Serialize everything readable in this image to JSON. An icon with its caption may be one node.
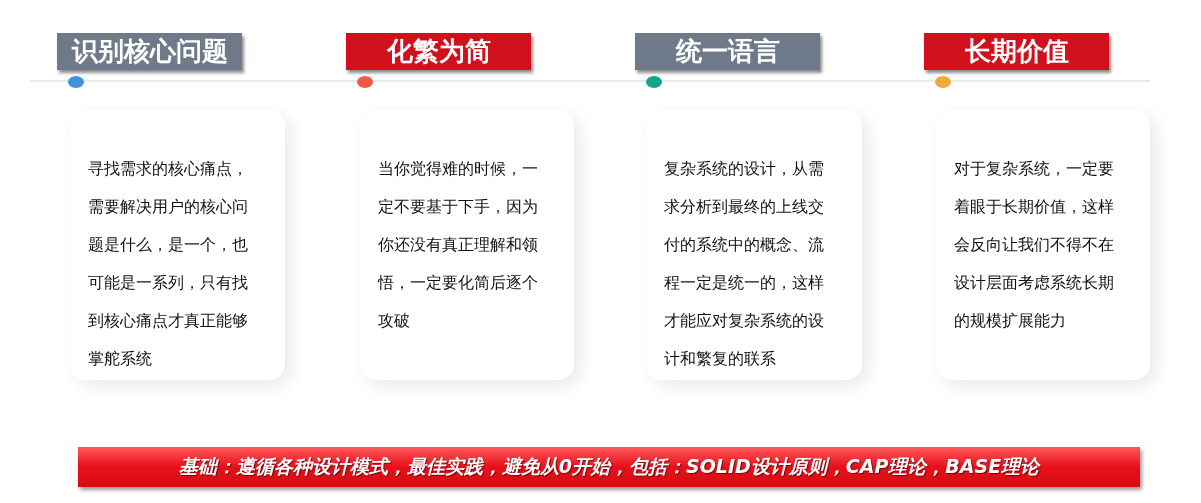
{
  "diagram": {
    "nodes": [
      {
        "text": [
          "识别核心问题"
        ]
      },
      {
        "text": [
          "化繁为简"
        ]
      },
      {
        "text": [
          "统一语言"
        ]
      },
      {
        "text": [
          "长期价值"
        ]
      },
      {
        "text": [
          "寻找需求的核心痛点，需要解决用户的核心问题是什么，是一个，也可能是一系列，只有找到核心痛点才真正能够掌舵系统"
        ]
      },
      {
        "text": [
          "当你觉得难的时候，一定不要基于下手，因为你还没有真正理解和领悟，一定要化简后逐个攻破"
        ]
      },
      {
        "text": [
          "复杂系统的设计，从需求分析到最终的上线交付的系统中的概念、流程一定是统一的，这样才能应对复杂系统的设计和繁复的联系"
        ]
      },
      {
        "text": [
          "对于复杂系统，一定要着眼于长期价值，这样会反向让我们不得不在设计层面考虑系统长期的规模扩展能力"
        ]
      },
      {
        "text": [
          "基础：遵循各种设计模式，最佳实践，避免从0开始，包括：SOLID设计原则，CAP理论，BASE理论"
        ]
      }
    ]
  }
}
